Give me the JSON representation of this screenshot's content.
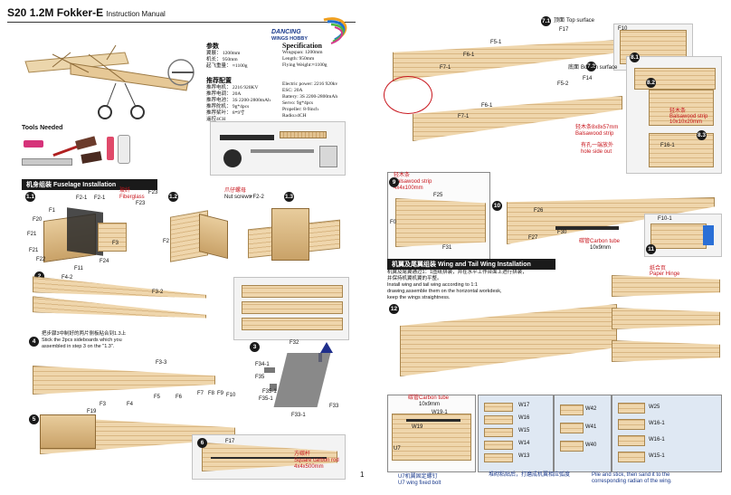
{
  "header": {
    "model": "S20",
    "title": "1.2M Fokker-E",
    "subtitle": "Instruction Manual",
    "brand_line1": "DANCING",
    "brand_line2": "WINGS HOBBY"
  },
  "params_cn": {
    "heading": "参数",
    "lines": [
      "翼展： 1200mm",
      "机长： 950mm",
      "起飞重量： ≈1100g"
    ]
  },
  "specification": {
    "heading": "Specification",
    "lines": [
      "Wingspan: 1200mm",
      "Length: 950mm",
      "Flying Weight:≈1100g"
    ]
  },
  "config_cn": {
    "heading": "推荐配置",
    "lines": [
      "推荐电机： 2216 920KV",
      "推荐电调： 20A",
      "推荐电池： 3S 2200-2800mAh",
      "推荐舵机： 9g*4pcs",
      "推荐桨叶： 8*9寸",
      "遥控4CH"
    ]
  },
  "config_en": {
    "lines": [
      "Electric power: 2216 920kv",
      "ESC: 20A",
      "Battery: 3S 2200-2800mAh",
      "Servo: 9g*4pcs",
      "Propeller: 8-9inch",
      "Radio≥4CH"
    ]
  },
  "tools": {
    "heading": "Tools Needed"
  },
  "fuselage": {
    "heading_cn": "机身组装",
    "heading_en": "Fuselage Installation",
    "step_1_1": "1.1",
    "step_1_2": "1.2",
    "step_1_3": "1.3",
    "step_2": "2",
    "step_3": "3",
    "step_4": "4",
    "step_5": "5",
    "step_6": "6",
    "fiberglass_cn": "玻纤",
    "fiberglass_en": "Fiberglass",
    "nut_screws_cn": "爪仔螺母",
    "nut_screws_en": "Nut screws",
    "step4_cn": "把步骤3中制好的两片侧板粘合到1.3上",
    "step4_en_1": "Stick the 2pcs sideboards which you",
    "step4_en_2": "assembled in step 3 on the \"1.3\".",
    "carbon_rod_cn": "方碳杆",
    "carbon_rod_en_1": "Square carbon rod",
    "carbon_rod_en_2": "4x4x500mm",
    "labels_1_1": [
      "F2-1",
      "F2-1",
      "F23",
      "F23",
      "F1",
      "F20",
      "F21",
      "F21",
      "F22",
      "F11",
      "F24",
      "F3"
    ],
    "labels_1_2": [
      "F2"
    ],
    "labels_1_3": [
      "+F2-2"
    ],
    "labels_2": [
      "F4-2",
      "F3-2"
    ],
    "labels_3": [
      "F32",
      "F34-1",
      "F35",
      "F35-1",
      "F35-1",
      "F33",
      "F33-1"
    ],
    "labels_4": [
      "F3-3"
    ],
    "labels_5": [
      "F19",
      "F3",
      "F4",
      "F5",
      "F6",
      "F7",
      "F8",
      "F9",
      "F10"
    ],
    "labels_6": [
      "F17"
    ]
  },
  "top_surface": {
    "step_7_1": "7.1",
    "cn": "顶面",
    "en": "Top surface",
    "labels": [
      "F17",
      "F5-1",
      "F6-1",
      "F7-1",
      "F10"
    ]
  },
  "bottom_surface": {
    "step_7_2": "7.2",
    "cn": "底面",
    "en": "Bottom surface",
    "labels": [
      "F14",
      "F5-2",
      "F6-1",
      "F7-1"
    ]
  },
  "steps_8": {
    "step_8_1": "8.1",
    "step_8_2": "8.2",
    "step_8_3": "8.3",
    "balsa_strip_cn": "轻木条",
    "balsa_strip_en": "Balsawood strip",
    "balsa_strip_size": "10x10x20mm",
    "balsa_strip2_cn": "轻木条8x8x57mm",
    "balsa_strip2_en": "Balsawood strip",
    "hole_cn": "有孔一端放外",
    "hole_en": "hole side out",
    "label_f16": "F16-1"
  },
  "step_9": {
    "num": "9",
    "cn": "轻木条",
    "en": "Balsawood strip",
    "size": "4x4x100mm",
    "labels": [
      "F25",
      "F0",
      "F31"
    ]
  },
  "step_10": {
    "num": "10",
    "carbon_tube_cn": "碳管",
    "carbon_tube_en": "Carbon tube",
    "carbon_tube_size": "10x9mm",
    "labels": [
      "F26",
      "F27",
      "F30"
    ]
  },
  "step_11": {
    "num": "11",
    "label": "F10-1"
  },
  "wing": {
    "heading_cn": "机翼及尾翼组装",
    "heading_en": "Wing and Tail Wing Installation",
    "instr_cn_1": "机翼及尾翼通过1：1图纸拼装，并在水平工作台面上进行拼装，",
    "instr_cn_2": "并保持机翼机翼的平整。",
    "instr_en_1": "Install wing and tail wing according to 1:1",
    "instr_en_2": "drawing,assemble them on the horizontal workdesk,",
    "instr_en_3": "keep the wings straightness.",
    "step_12": "12",
    "hinge_cn": "纸合页",
    "hinge_en": "Paper Hinge",
    "carbon_tube_cn": "碳管",
    "carbon_tube_en": "Carbon tube",
    "carbon_tube_size": "10x9mm",
    "labels_left": [
      "W19-1",
      "W19",
      "U7"
    ],
    "u7_cn": "U7机翼固定螺钉",
    "u7_en": "U7 wing fixed bolt",
    "labels_w_mid": [
      "W17",
      "W16",
      "W15",
      "W14",
      "W13"
    ],
    "labels_w_right1": [
      "W42",
      "W41",
      "W40"
    ],
    "labels_w_right2": [
      "W25",
      "W16-1",
      "W16-1",
      "W15-1"
    ],
    "sand_cn": "堆砌粘贴后，打磨成机翼相应弧度",
    "sand_en_1": "Pile and stick, then sand it to the",
    "sand_en_2": "corresponding radian of the wing."
  },
  "page_number": "1"
}
